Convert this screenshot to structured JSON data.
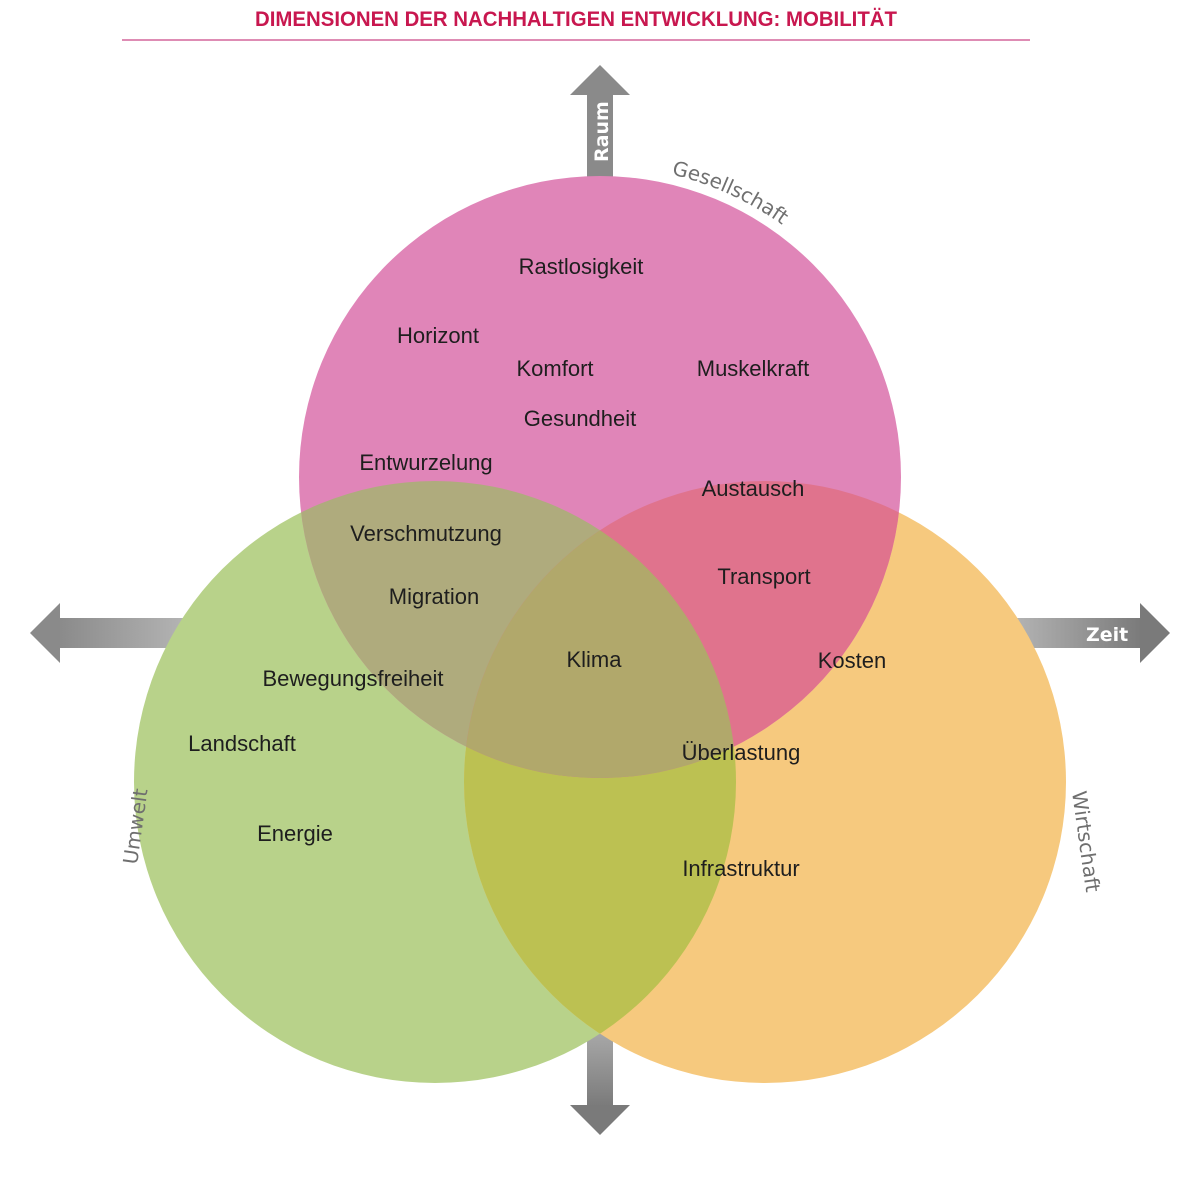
{
  "title": "DIMENSIONEN DER NACHHALTIGEN ENTWICKLUNG: MOBILITÄT",
  "colors": {
    "title": "#c8174f",
    "rule": "#d4669b",
    "gesellschaft": "#e085b8",
    "umwelt": "#b8d28a",
    "wirtschaft": "#f6c97e",
    "arrow": "#7f7f7f"
  },
  "axes": {
    "up": "Raum",
    "right": "Zeit",
    "left": "",
    "down": ""
  },
  "sets": {
    "gesellschaft": "Gesellschaft",
    "umwelt": "Umwelt",
    "wirtschaft": "Wirtschaft"
  },
  "terms": {
    "rastlosigkeit": "Rastlosigkeit",
    "horizont": "Horizont",
    "komfort": "Komfort",
    "muskelkraft": "Muskelkraft",
    "gesundheit": "Gesundheit",
    "entwurzelung": "Entwurzelung",
    "austausch": "Austausch",
    "verschmutzung": "Verschmutzung",
    "transport": "Transport",
    "migration": "Migration",
    "klima": "Klima",
    "kosten": "Kosten",
    "bewegungsfreiheit": "Bewegungsfreiheit",
    "landschaft": "Landschaft",
    "ueberlastung": "Überlastung",
    "energie": "Energie",
    "infrastruktur": "Infrastruktur"
  }
}
